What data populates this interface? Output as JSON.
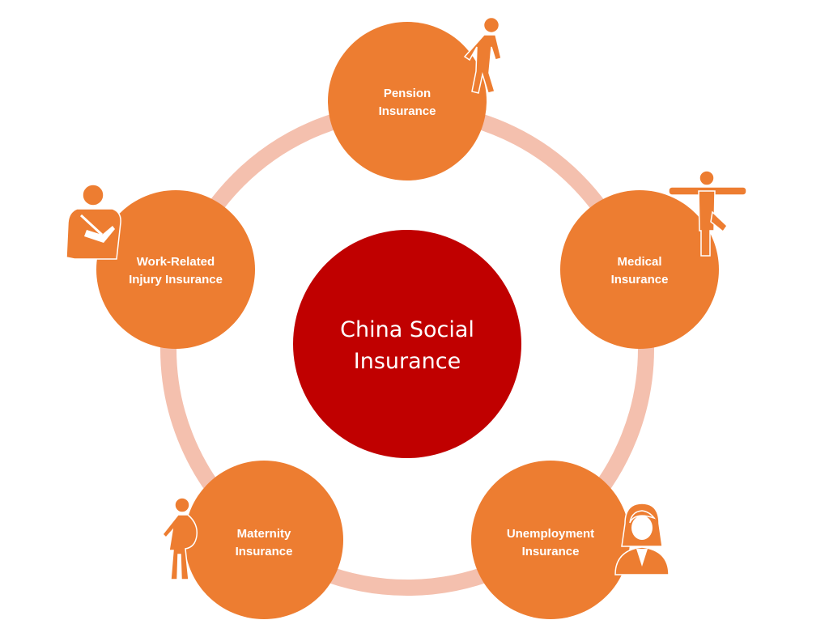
{
  "center": {
    "line1": "China Social",
    "line2": "Insurance"
  },
  "nodes": [
    {
      "id": "pension",
      "line1": "Pension",
      "line2": "Insurance",
      "icon": "elderly-person-with-cane-icon"
    },
    {
      "id": "medical",
      "line1": "Medical",
      "line2": "Insurance",
      "icon": "yoga-pose-person-icon"
    },
    {
      "id": "unemployment",
      "line1": "Unemployment",
      "line2": "Insurance",
      "icon": "woman-in-suit-icon"
    },
    {
      "id": "maternity",
      "line1": "Maternity",
      "line2": "Insurance",
      "icon": "pregnant-woman-icon"
    },
    {
      "id": "work_injury",
      "line1": "Work-Related",
      "line2": "Injury Insurance",
      "icon": "person-with-arm-sling-icon"
    }
  ],
  "colors": {
    "center_fill": "#C00000",
    "node_fill": "#ED7D31",
    "ring": "#F4C0AE",
    "text": "#FFFFFF"
  }
}
